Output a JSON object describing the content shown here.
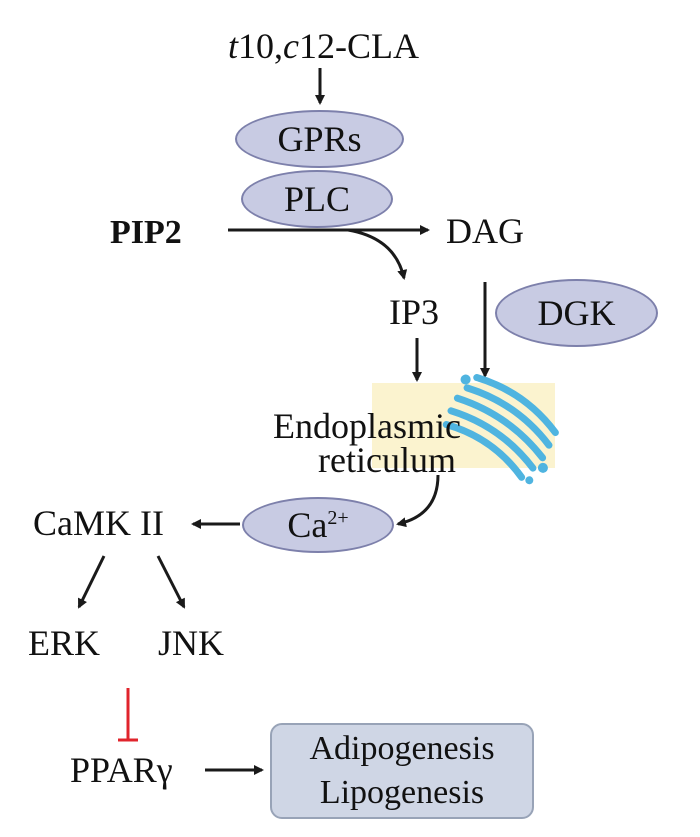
{
  "nodes": {
    "cla": {
      "italic_t": "t",
      "part1": "10,",
      "italic_c": "c",
      "part2": "12-CLA"
    },
    "gprs": "GPRs",
    "plc": "PLC",
    "pip2": "PIP2",
    "dag": "DAG",
    "ip3": "IP3",
    "dgk": "DGK",
    "er_line1": "Endoplasmic",
    "er_line2": "reticulum",
    "ca": "Ca",
    "ca_sup": "2+",
    "camk": "CaMK II",
    "erk": "ERK",
    "jnk": "JNK",
    "ppar": "PPARγ",
    "outcome_line1": "Adipogenesis",
    "outcome_line2": "Lipogenesis"
  },
  "colors": {
    "enzyme_fill": "#c8cbe3",
    "enzyme_border": "#7d80ab",
    "er_background": "#fbf3cf",
    "golgi": "#4fb4e0",
    "inhibition": "#e0242c",
    "arrow": "#1a1a1a"
  }
}
